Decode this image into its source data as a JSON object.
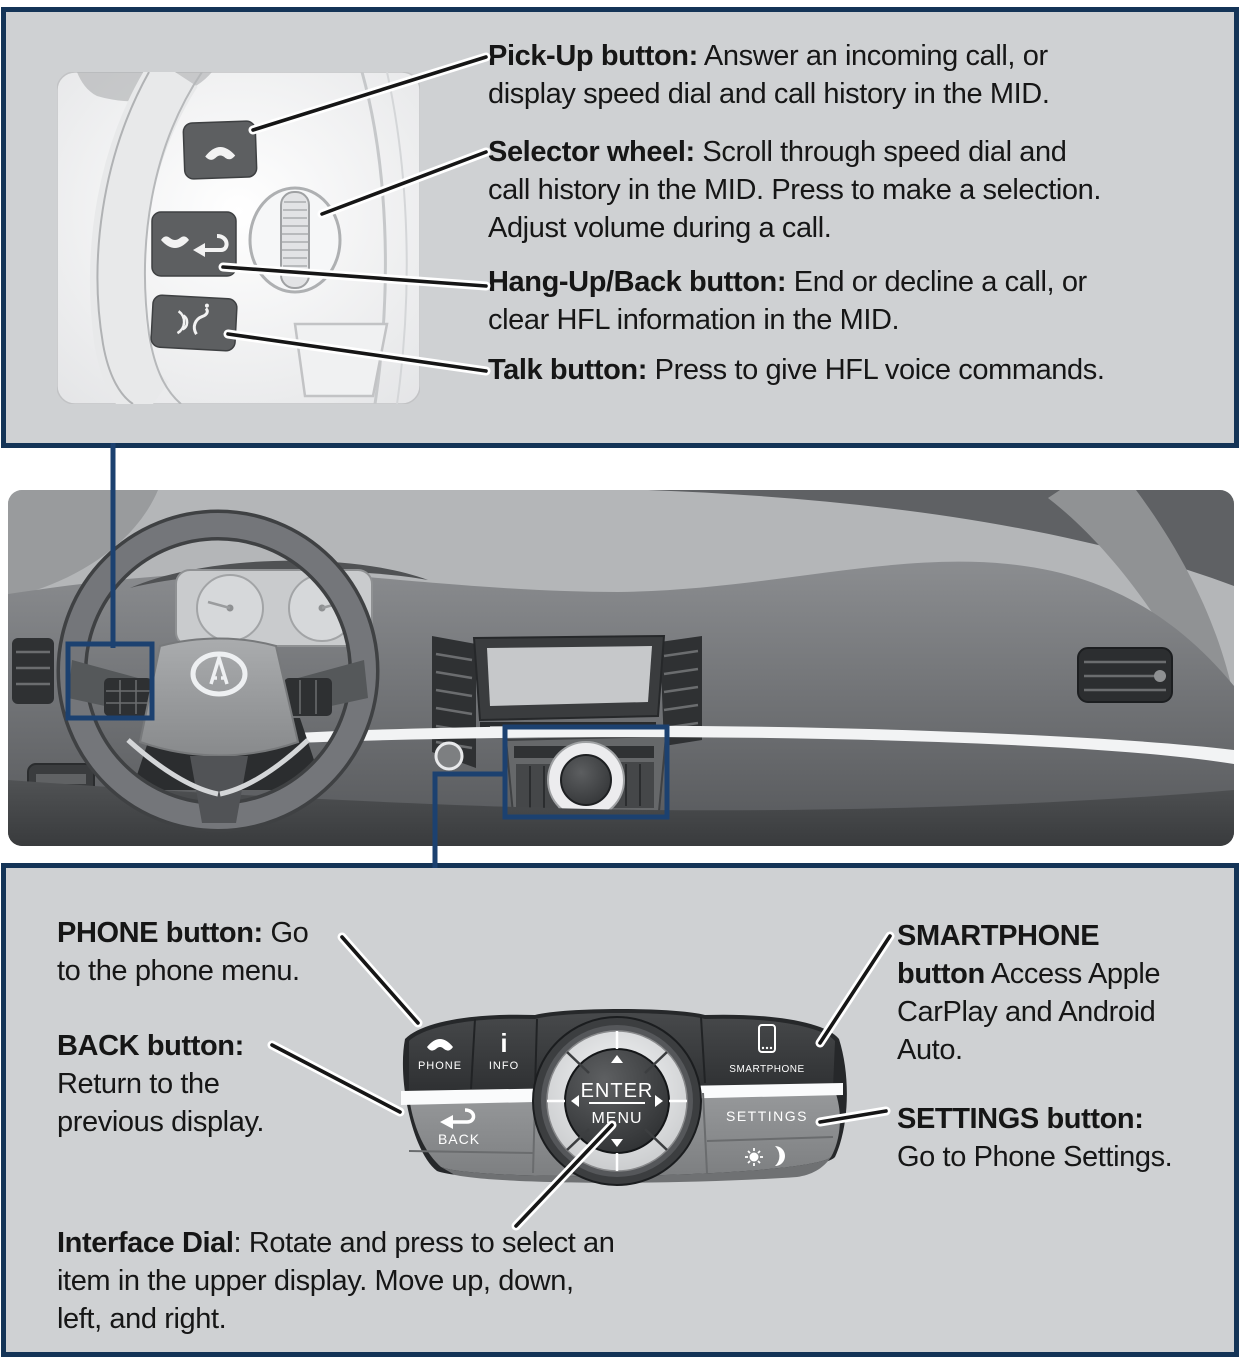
{
  "colors": {
    "panel_border": "#143457",
    "panel_background": "#cfd1d3",
    "highlight_navy": "#1c4170",
    "callout_black": "#161616",
    "button_dark": "#3f4143",
    "button_light": "#8d8f91"
  },
  "steering_panel": {
    "items": [
      {
        "label": "Pick-Up button:",
        "text": " Answer an incoming call, or\ndisplay speed dial and call history in the MID."
      },
      {
        "label": "Selector wheel:",
        "text": " Scroll through speed dial and\ncall history in the MID. Press to make a selection.\nAdjust volume during a call."
      },
      {
        "label": "Hang-Up/Back button:",
        "text": " End or decline a call, or\nclear HFL information in the MID."
      },
      {
        "label": "Talk button:",
        "text": " Press to give HFL voice commands."
      }
    ]
  },
  "console_panel": {
    "items": [
      {
        "id": "phone",
        "label": "PHONE button:",
        "text": " Go\nto the phone menu."
      },
      {
        "id": "back",
        "label": "BACK button:",
        "text": "\nReturn to the\nprevious display."
      },
      {
        "id": "smartphone",
        "label": "SMARTPHONE\nbutton",
        "text": " Access Apple\nCarPlay and Android\nAuto."
      },
      {
        "id": "settings",
        "label": "SETTINGS button:",
        "text": "\nGo to Phone Settings."
      },
      {
        "id": "dial",
        "label": "Interface Dial",
        "text": ": Rotate and press to select an\nitem in the upper display. Move up, down,\nleft, and right."
      }
    ],
    "buttons": {
      "phone": "PHONE",
      "info": "INFO",
      "info_glyph": "i",
      "back": "BACK",
      "settings": "SETTINGS",
      "smartphone": "SMARTPHONE",
      "enter": "ENTER",
      "menu": "MENU"
    }
  }
}
